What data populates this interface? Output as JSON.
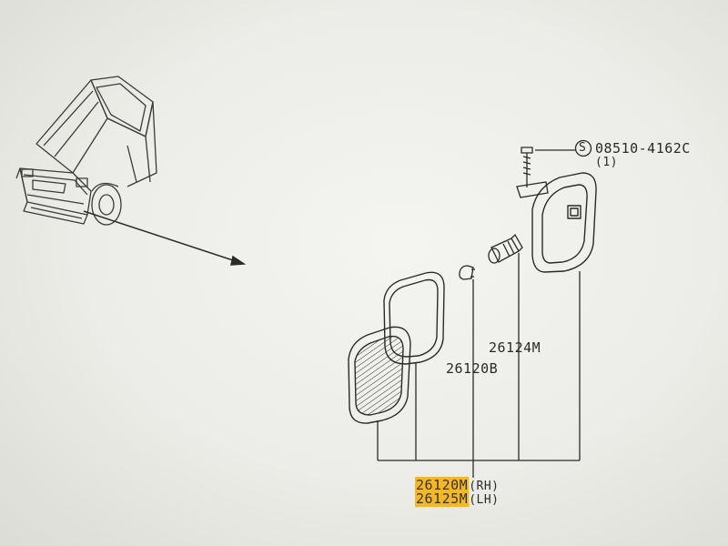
{
  "callouts": {
    "screw_number": "08510-4162C",
    "screw_symbol": "S",
    "screw_qty": "(1)",
    "socket_number": "26124M",
    "bulb_number": "26120B"
  },
  "assembly": {
    "rh_number": "26120M",
    "rh_side": "(RH)",
    "lh_number": "26125M",
    "lh_side": "(LH)"
  },
  "colors": {
    "line": "#2a2a2a",
    "highlight": "#f3b82a",
    "paper": "#f0f0ec"
  }
}
